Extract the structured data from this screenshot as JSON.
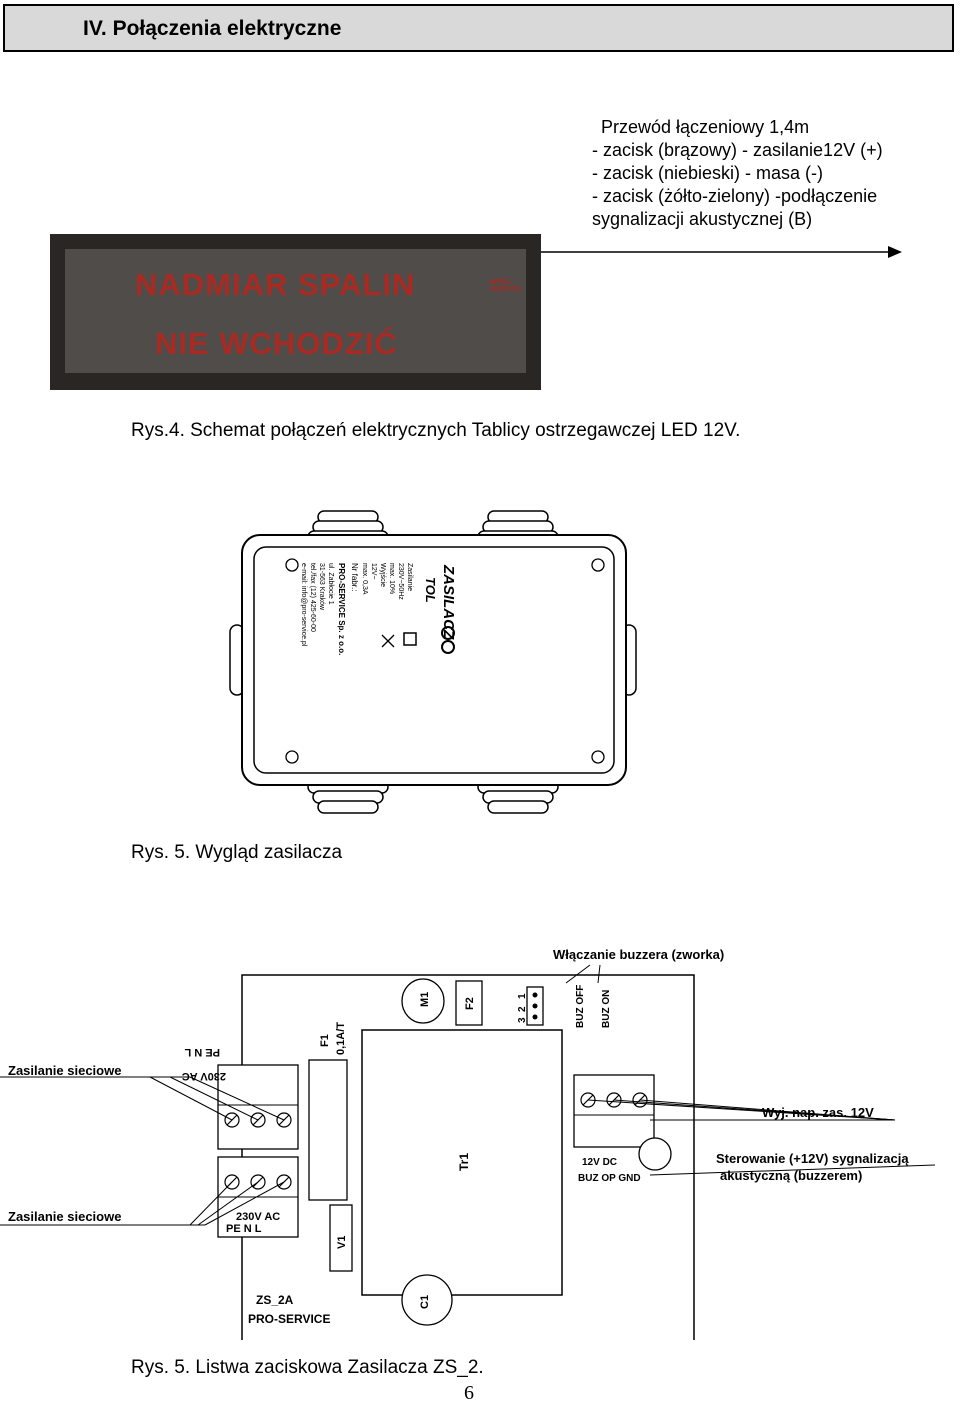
{
  "header": {
    "title": "IV. Połączenia elektryczne"
  },
  "cable_note": {
    "lines": [
      "Przewód łączeniowy 1,4m",
      "- zacisk (brązowy) - zasilanie12V (+)",
      "- zacisk (niebieski) - masa  (-)",
      "- zacisk (żółto-zielony) -podłączenie",
      "sygnalizacji akustycznej (B)"
    ]
  },
  "led_sign": {
    "line1": "NADMIAR SPALIN",
    "line2": "NIE WCHODZIĆ",
    "brand": "■PRO-SERVICE",
    "text_color": "#a82a22"
  },
  "figure4": {
    "caption": "Rys.4. Schemat połączeń elektrycznych  Tablicy ostrzegawczej LED 12V."
  },
  "figure5a": {
    "caption": "Rys. 5. Wygląd zasilacza",
    "label": {
      "title1": "ZASILACZ",
      "title2": "TOL",
      "lines": [
        "Zasilanie",
        "230V~50Hz",
        "max. 10%",
        "Wyjście",
        "12V~",
        "max. 0,3A",
        "Nr fabr.:"
      ],
      "maker": "PRO-SERVICE Sp. z o.o.",
      "address": [
        "ul. Zabłocie 1",
        "31-563 Kraków",
        "tel./fax (12) 425-60-00",
        "e-mail: info@pro-service.pl"
      ]
    }
  },
  "figure5b": {
    "caption": "Rys. 5. Listwa zaciskowa Zasilacza ZS_2.",
    "buzzer_heading": "Włączanie buzzera (zworka)",
    "labels": {
      "mains_in_top": "Zasilanie sieciowe",
      "mains_in_bottom": "Zasilanie sieciowe",
      "terminal_top_voltage": "230V AC",
      "terminal_top_pins": "PE    N    L",
      "terminal_bottom_voltage": "230V AC",
      "terminal_bottom_pins": "PE    N    L",
      "fuse1": "F1",
      "fuse1_rating": "0,1A/T",
      "m1": "M1",
      "f2": "F2",
      "jumper_pins": [
        "3",
        "2",
        "1"
      ],
      "buz_off": "BUZ  OFF",
      "buz_on": "BUZ  ON",
      "out_label": "Wyj. nap. zas. 12V",
      "dc_label": "12V DC",
      "dc_pins": "BUZ  OP  GND",
      "control_line1": "Sterowanie (+12V) sygnalizacją",
      "control_line2": "akustyczną (buzzerem)",
      "tr1": "Tr1",
      "v1": "V1",
      "c1": "C1",
      "board_name": "ZS_2A",
      "board_maker": "PRO-SERVICE"
    }
  },
  "page_number": "6"
}
